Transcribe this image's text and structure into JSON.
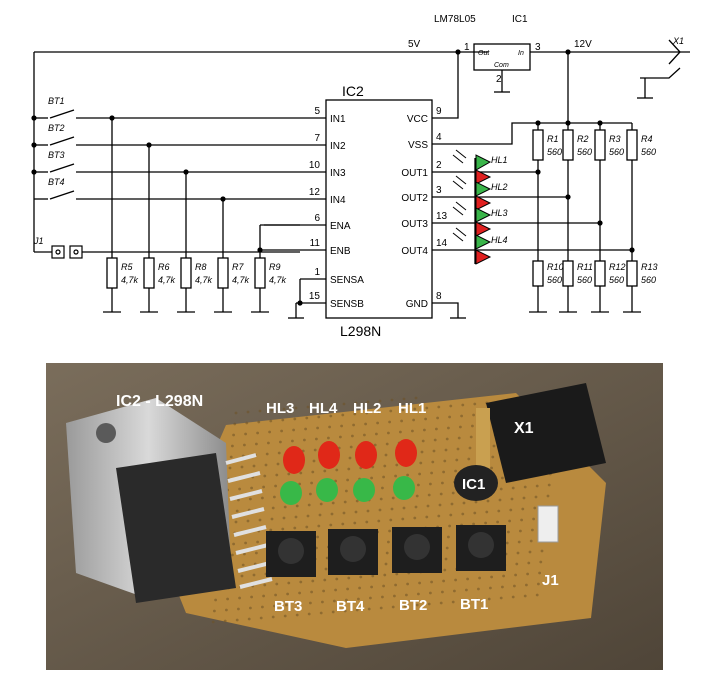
{
  "schematic": {
    "regulator": {
      "part": "LM78L05",
      "ref": "IC1",
      "pin_out": "Out",
      "pin_in": "In",
      "pin_com": "Com",
      "pin1": "1",
      "pin2": "2",
      "pin3": "3"
    },
    "rails": {
      "v5": "5V",
      "v12": "12V",
      "connector": "X1"
    },
    "ic": {
      "ref": "IC2",
      "part": "L298N",
      "left_pins": [
        {
          "num": "5",
          "name": "IN1"
        },
        {
          "num": "7",
          "name": "IN2"
        },
        {
          "num": "10",
          "name": "IN3"
        },
        {
          "num": "12",
          "name": "IN4"
        },
        {
          "num": "6",
          "name": "ENA"
        },
        {
          "num": "11",
          "name": "ENB"
        },
        {
          "num": "1",
          "name": "SENSA"
        },
        {
          "num": "15",
          "name": "SENSB"
        }
      ],
      "right_pins": [
        {
          "num": "9",
          "name": "VCC"
        },
        {
          "num": "4",
          "name": "VSS"
        },
        {
          "num": "2",
          "name": "OUT1"
        },
        {
          "num": "3",
          "name": "OUT2"
        },
        {
          "num": "13",
          "name": "OUT3"
        },
        {
          "num": "14",
          "name": "OUT4"
        },
        {
          "num": "8",
          "name": "GND"
        }
      ]
    },
    "buttons": [
      "BT1",
      "BT2",
      "BT3",
      "BT4"
    ],
    "jumper": "J1",
    "pulldowns": [
      {
        "ref": "R5",
        "val": "4,7k"
      },
      {
        "ref": "R6",
        "val": "4,7k"
      },
      {
        "ref": "R8",
        "val": "4,7k"
      },
      {
        "ref": "R7",
        "val": "4,7k"
      },
      {
        "ref": "R9",
        "val": "4,7k"
      }
    ],
    "leds": [
      "HL1",
      "HL2",
      "HL3",
      "HL4"
    ],
    "top_res": [
      {
        "ref": "R1",
        "val": "560"
      },
      {
        "ref": "R2",
        "val": "560"
      },
      {
        "ref": "R3",
        "val": "560"
      },
      {
        "ref": "R4",
        "val": "560"
      }
    ],
    "bot_res": [
      {
        "ref": "R10",
        "val": "560"
      },
      {
        "ref": "R11",
        "val": "560"
      },
      {
        "ref": "R12",
        "val": "560"
      },
      {
        "ref": "R13",
        "val": "560"
      }
    ]
  },
  "photo": {
    "ic_label": "IC2 - L298N",
    "led_labels": [
      "HL3",
      "HL4",
      "HL2",
      "HL1"
    ],
    "x1": "X1",
    "ic1": "IC1",
    "j1": "J1",
    "button_labels": [
      "BT3",
      "BT4",
      "BT2",
      "BT1"
    ],
    "colors": {
      "board": "#b98a3e",
      "background": "#6b5f50",
      "led_red": "#e02818",
      "led_green": "#38b848",
      "label": "#ffffff"
    }
  }
}
